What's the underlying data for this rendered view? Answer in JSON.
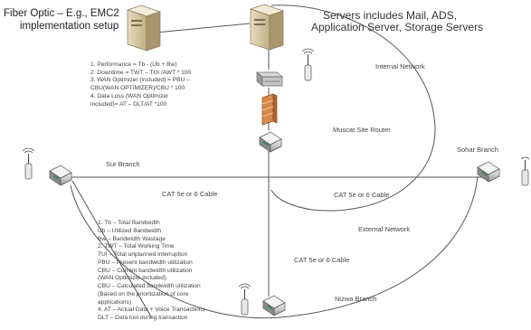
{
  "header": {
    "title_line1": "Fiber Optic – E.g., EMC2",
    "title_line2": "implementation setup",
    "servers_line1": "Servers includes Mail, ADS,",
    "servers_line2": "Application Server, Storage Servers"
  },
  "labels": {
    "internal_network": "Internal Network",
    "external_network": "External Network",
    "muscat_router": "Muscat Site Router",
    "sur_branch": "Sur Branch",
    "sohar_branch": "Sohar Branch",
    "nizwa_branch": "Nizwa Branch",
    "cable_left": "CAT 5e or 6 Cable",
    "cable_right": "CAT 5e or 6 Cable",
    "cable_bottom": "CAT 5e or 6 Cable"
  },
  "formulas": [
    "1. Performance = Tb - (Ub + Bw)",
    "2. Downtime = TWT – TUI /AWT * 100",
    "3. WAN Optimizer (included) = PBU –",
    "CBU(WAN OPTIMIZER)/CBU * 100",
    "4. Data Loss (WAN Optimizer",
    "included)= AT – DLT/AT *100"
  ],
  "legend": [
    "1. Tb – Total Bandwidth",
    "Ub – Utilized Bandwidth",
    "Bw – Bandwidth Wastage",
    "2. TWT – Total Working Time",
    "TUI – Total unplanned interruption",
    "PBU – Present bandwidth utilization",
    "CBU – Current bandwidth utilization",
    "(WAN Optimizer included)",
    "CBU – Calculated bandwidth utilization",
    "(Based on the prioritization of core",
    "applications)",
    "4. AT – Actual Data + Voice Transactions",
    "DLT – Data lost during transaction"
  ]
}
